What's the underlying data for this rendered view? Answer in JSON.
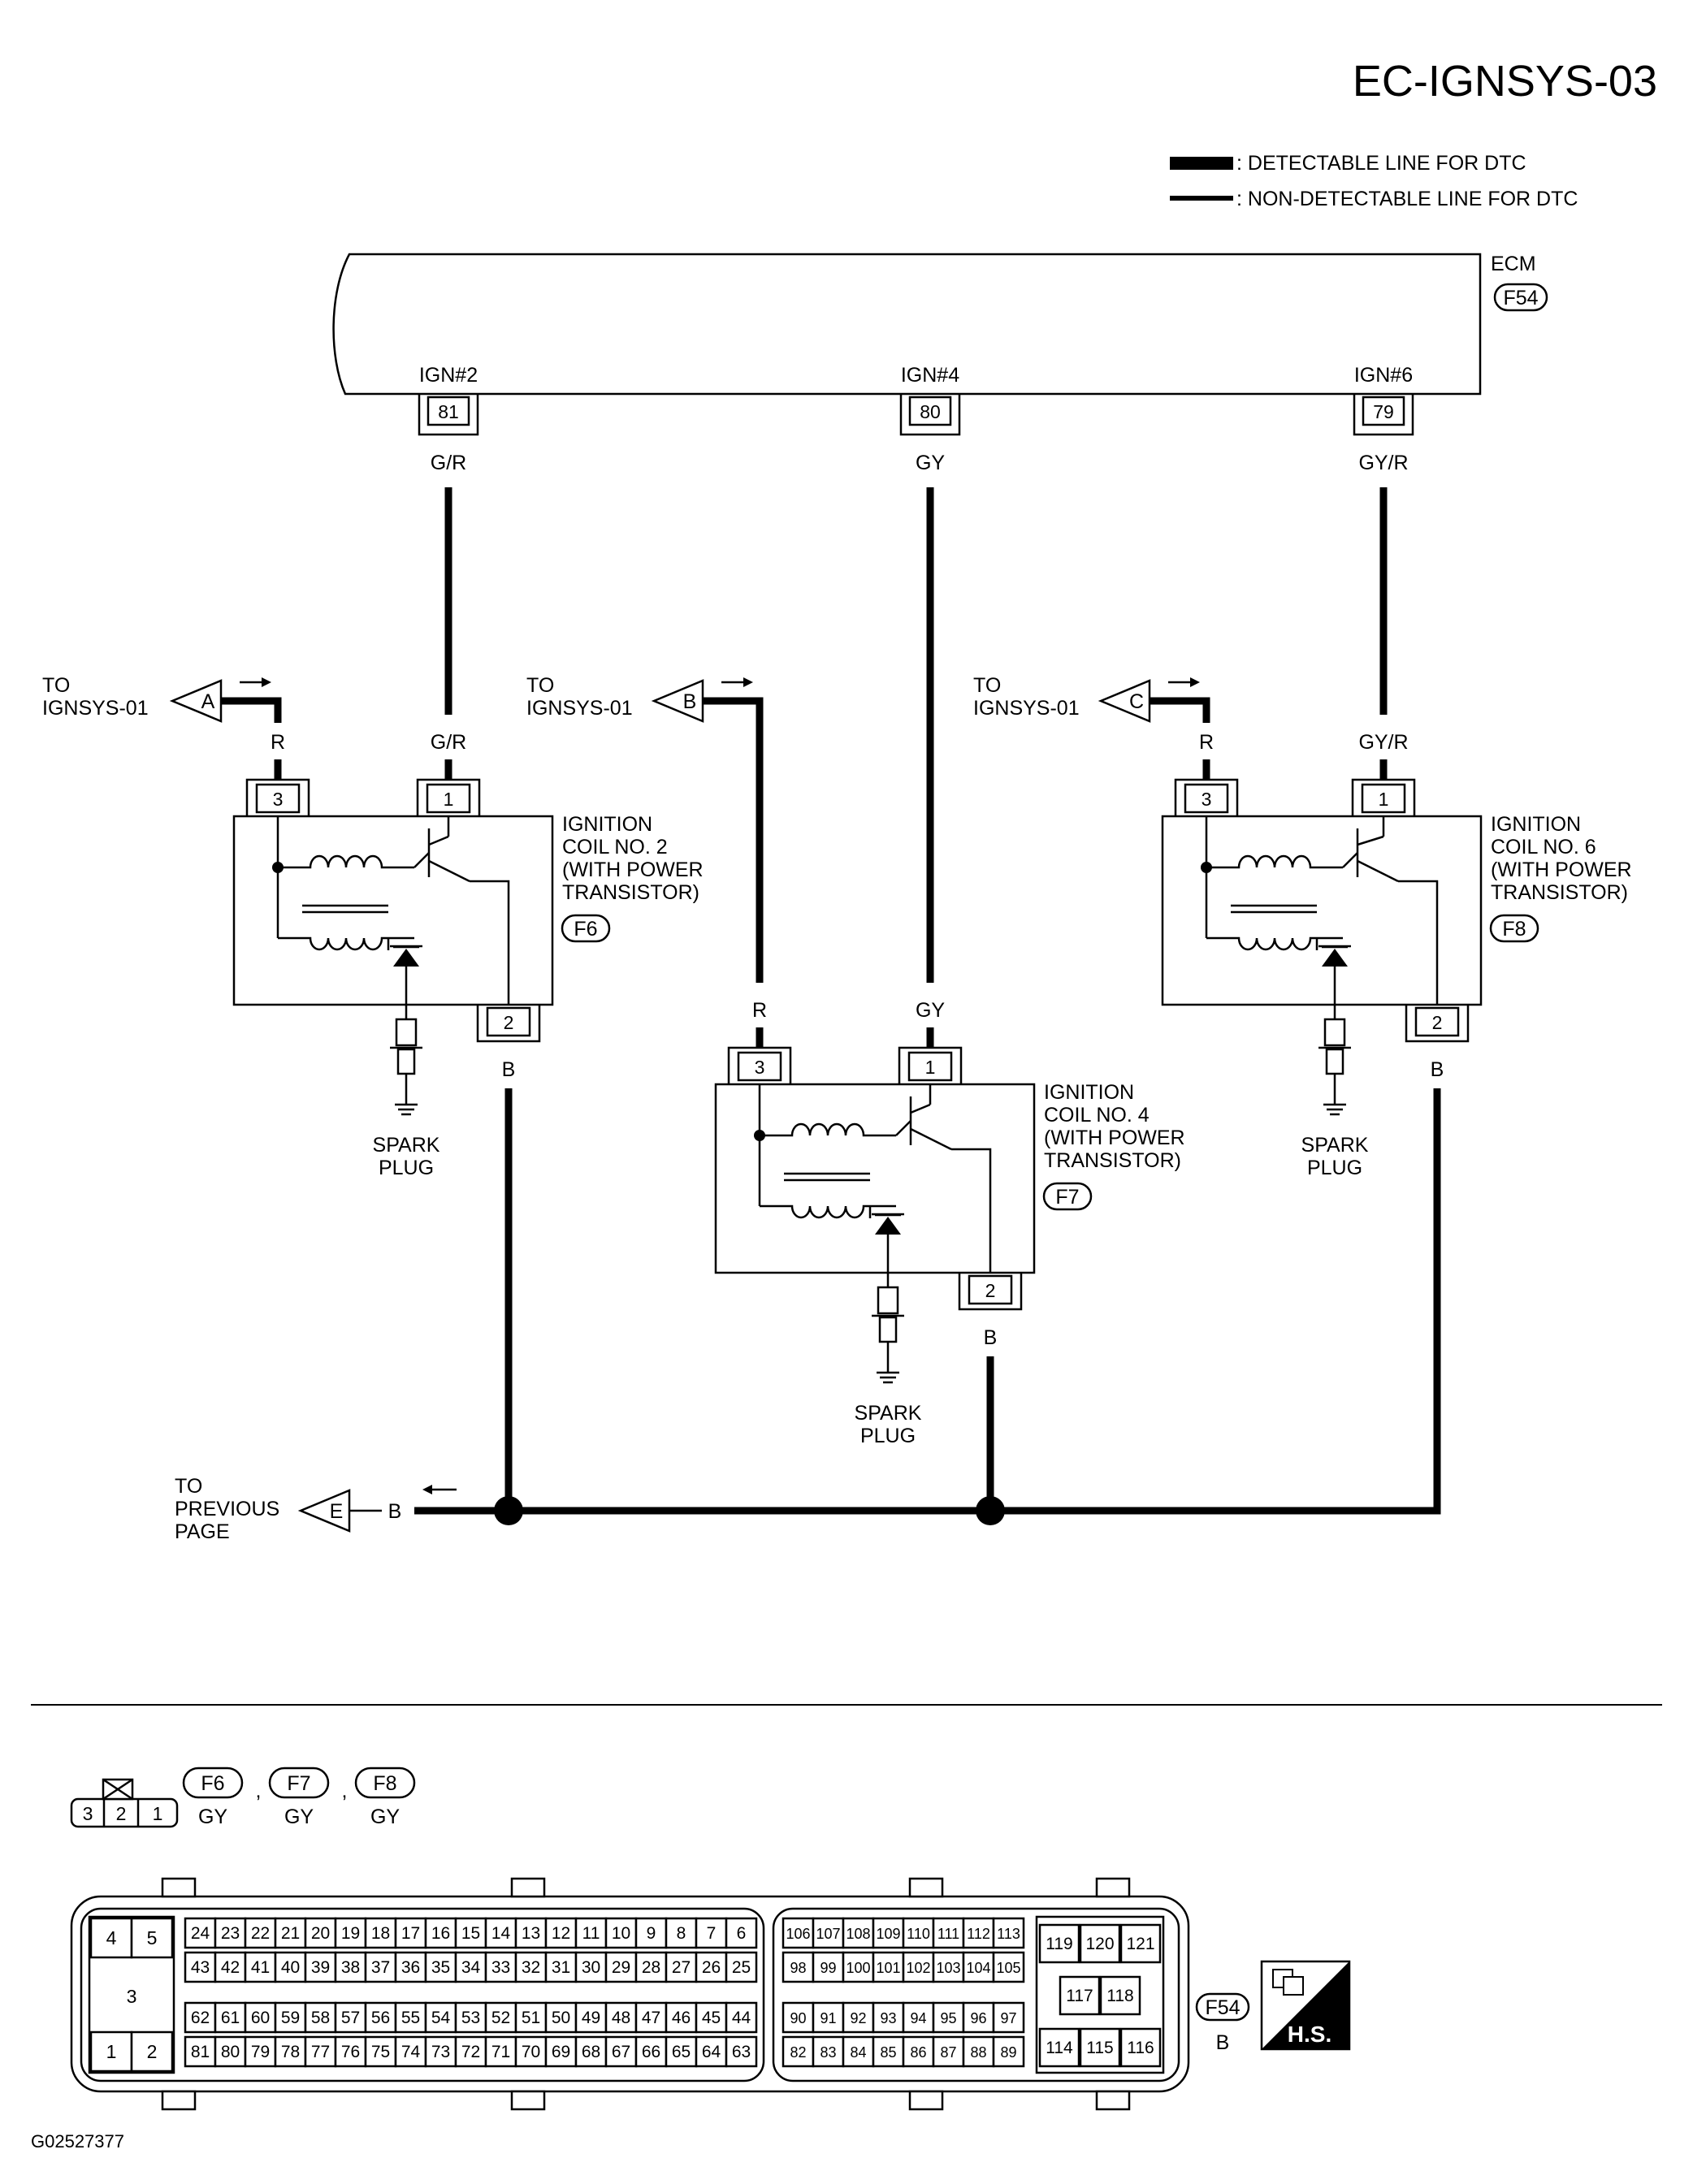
{
  "title": "EC-IGNSYS-03",
  "legend": {
    "detectable": ": DETECTABLE LINE FOR DTC",
    "non_detectable": ": NON-DETECTABLE LINE FOR DTC"
  },
  "ecm": {
    "name": "ECM",
    "connector": "F54",
    "terminals": [
      {
        "signal": "IGN#2",
        "pin": "81",
        "wire": "G/R"
      },
      {
        "signal": "IGN#4",
        "pin": "80",
        "wire": "GY"
      },
      {
        "signal": "IGN#6",
        "pin": "79",
        "wire": "GY/R"
      }
    ]
  },
  "offpage": [
    {
      "letter": "A",
      "text1": "TO",
      "text2": "IGNSYS-01",
      "wire": "R"
    },
    {
      "letter": "B",
      "text1": "TO",
      "text2": "IGNSYS-01",
      "wire": "R"
    },
    {
      "letter": "C",
      "text1": "TO",
      "text2": "IGNSYS-01",
      "wire": "R"
    },
    {
      "letter": "E",
      "text1": "TO",
      "text2": "PREVIOUS",
      "text3": "PAGE",
      "wire": "B"
    }
  ],
  "coils": [
    {
      "line1": "IGNITION",
      "line2": "COIL NO. 2",
      "line3": "(WITH POWER",
      "line4": "TRANSISTOR)",
      "connector": "F6",
      "pin_left": "3",
      "pin_top": "1",
      "pin_bottom": "2",
      "wire_top": "G/R",
      "wire_left": "R",
      "wire_bottom": "B",
      "spark1": "SPARK",
      "spark2": "PLUG"
    },
    {
      "line1": "IGNITION",
      "line2": "COIL NO. 4",
      "line3": "(WITH POWER",
      "line4": "TRANSISTOR)",
      "connector": "F7",
      "pin_left": "3",
      "pin_top": "1",
      "pin_bottom": "2",
      "wire_top": "GY",
      "wire_left": "R",
      "wire_bottom": "B",
      "spark1": "SPARK",
      "spark2": "PLUG"
    },
    {
      "line1": "IGNITION",
      "line2": "COIL NO. 6",
      "line3": "(WITH POWER",
      "line4": "TRANSISTOR)",
      "connector": "F8",
      "pin_left": "3",
      "pin_top": "1",
      "pin_bottom": "2",
      "wire_top": "GY/R",
      "wire_left": "R",
      "wire_bottom": "B",
      "spark1": "SPARK",
      "spark2": "PLUG"
    }
  ],
  "connector_views": {
    "small": {
      "pins": [
        "3",
        "2",
        "1"
      ],
      "labels": [
        "F6",
        "F7",
        "F8"
      ],
      "colors": [
        "GY",
        "GY",
        "GY"
      ],
      "separator": ","
    },
    "ecm": {
      "label": "F54",
      "color": "B",
      "hs": "H.S.",
      "left_block": [
        "4",
        "5",
        "3",
        "1",
        "2"
      ],
      "block1_rows": [
        [
          "24",
          "23",
          "22",
          "21",
          "20",
          "19",
          "18",
          "17",
          "16",
          "15",
          "14",
          "13",
          "12",
          "11",
          "10",
          "9",
          "8",
          "7",
          "6"
        ],
        [
          "43",
          "42",
          "41",
          "40",
          "39",
          "38",
          "37",
          "36",
          "35",
          "34",
          "33",
          "32",
          "31",
          "30",
          "29",
          "28",
          "27",
          "26",
          "25"
        ],
        [
          "62",
          "61",
          "60",
          "59",
          "58",
          "57",
          "56",
          "55",
          "54",
          "53",
          "52",
          "51",
          "50",
          "49",
          "48",
          "47",
          "46",
          "45",
          "44"
        ],
        [
          "81",
          "80",
          "79",
          "78",
          "77",
          "76",
          "75",
          "74",
          "73",
          "72",
          "71",
          "70",
          "69",
          "68",
          "67",
          "66",
          "65",
          "64",
          "63"
        ]
      ],
      "block2_rows": [
        [
          "106",
          "107",
          "108",
          "109",
          "110",
          "111",
          "112",
          "113"
        ],
        [
          "98",
          "99",
          "100",
          "101",
          "102",
          "103",
          "104",
          "105"
        ],
        [
          "90",
          "91",
          "92",
          "93",
          "94",
          "95",
          "96",
          "97"
        ],
        [
          "82",
          "83",
          "84",
          "85",
          "86",
          "87",
          "88",
          "89"
        ]
      ],
      "right_block": [
        "119",
        "120",
        "121",
        "117",
        "118",
        "114",
        "115",
        "116"
      ]
    }
  },
  "figure_id": "G02527377"
}
